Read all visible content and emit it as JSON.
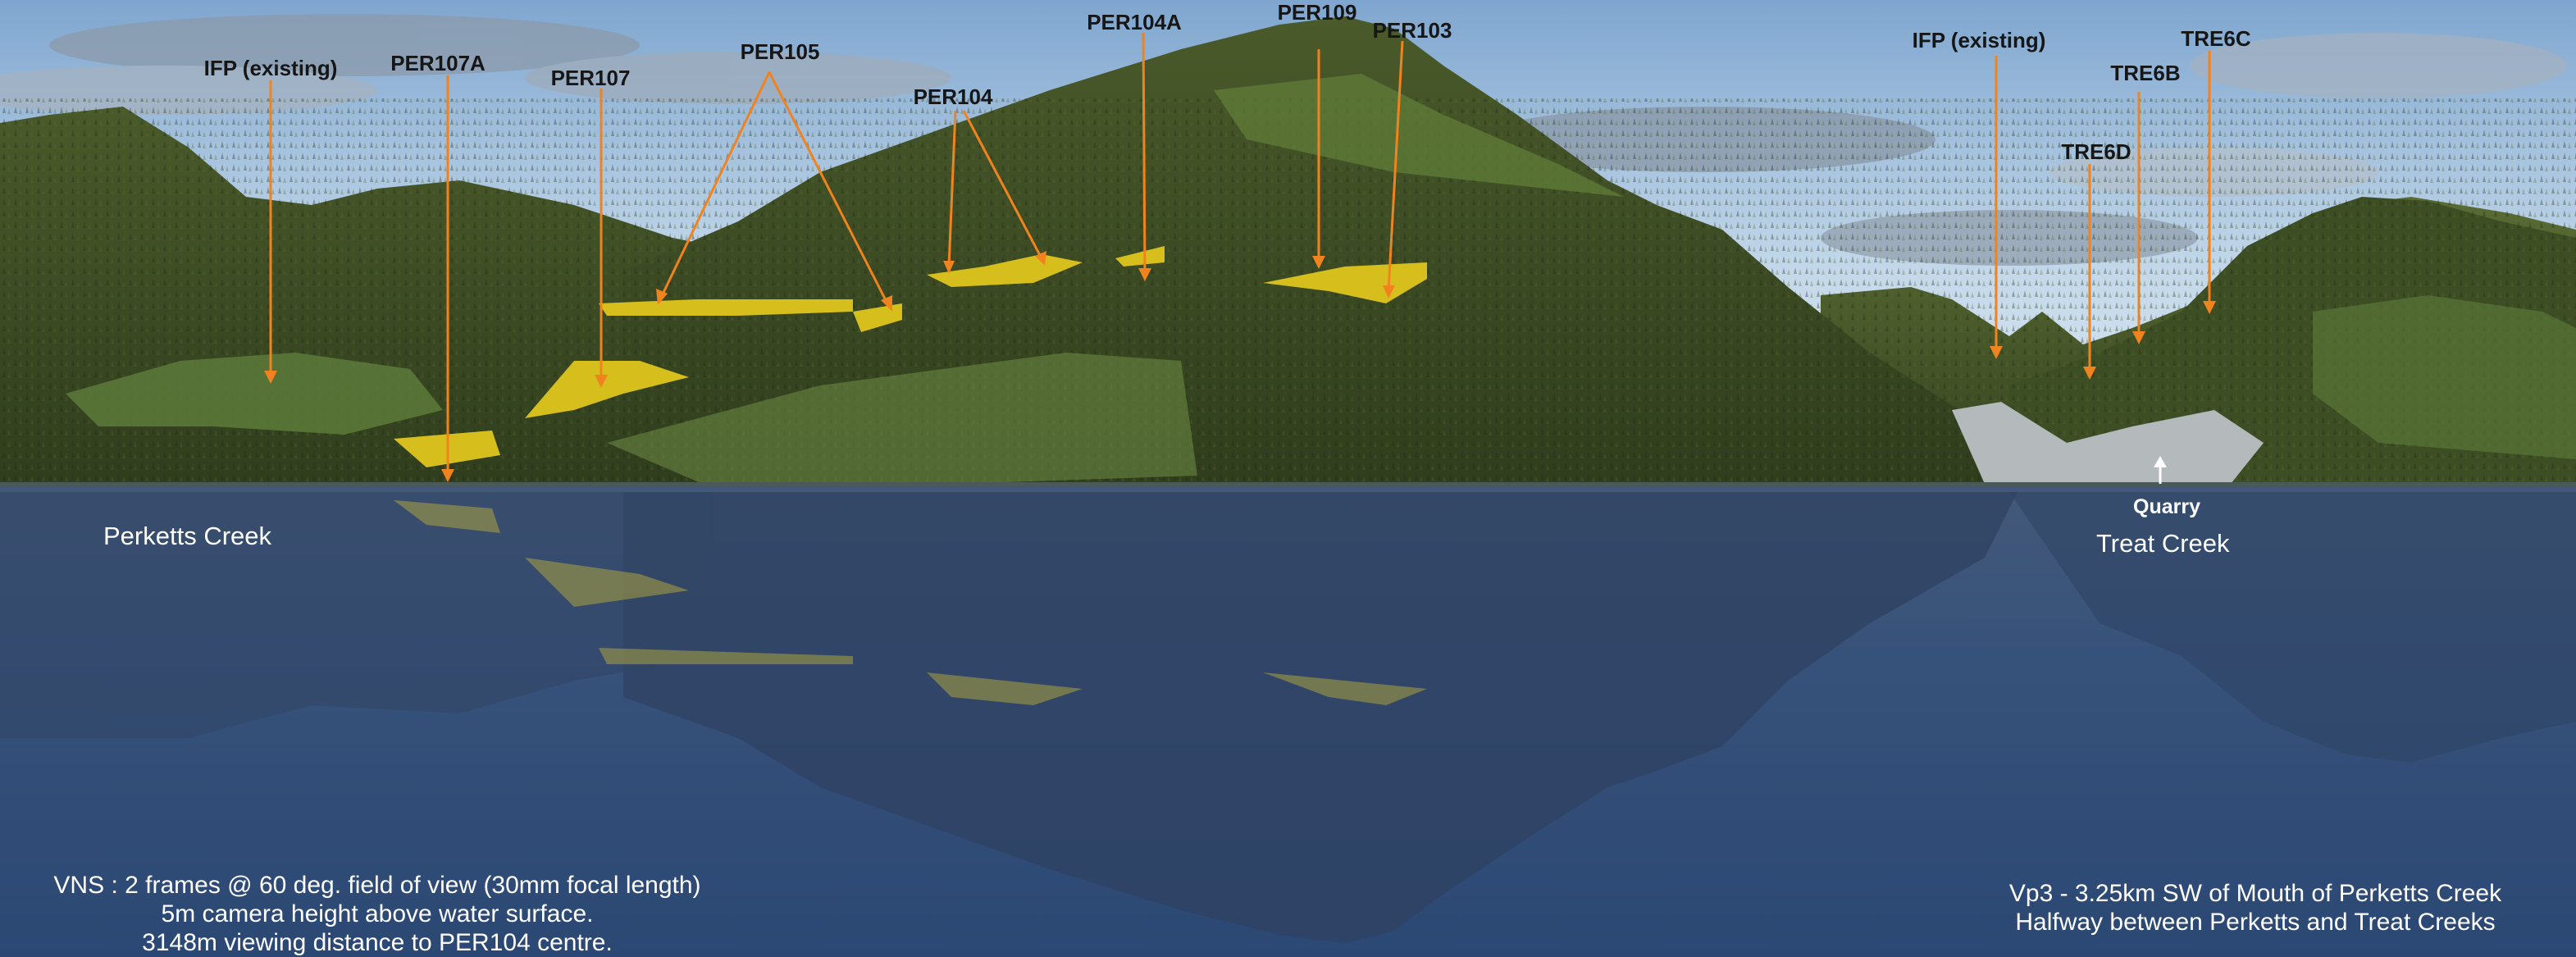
{
  "markers": [
    {
      "id": "ifp-existing-west",
      "label": "IFP (existing)"
    },
    {
      "id": "per107a",
      "label": "PER107A"
    },
    {
      "id": "per107",
      "label": "PER107"
    },
    {
      "id": "per105",
      "label": "PER105"
    },
    {
      "id": "per104",
      "label": "PER104"
    },
    {
      "id": "per104a",
      "label": "PER104A"
    },
    {
      "id": "per109",
      "label": "PER109"
    },
    {
      "id": "per103",
      "label": "PER103"
    },
    {
      "id": "ifp-existing-east",
      "label": "IFP (existing)"
    },
    {
      "id": "tre6d",
      "label": "TRE6D"
    },
    {
      "id": "tre6b",
      "label": "TRE6B"
    },
    {
      "id": "tre6c",
      "label": "TRE6C"
    },
    {
      "id": "quarry",
      "label": "Quarry"
    }
  ],
  "places": {
    "perketts_creek": "Perketts Creek",
    "treat_creek": "Treat Creek"
  },
  "caption_left": {
    "line1": "VNS : 2 frames @ 60 deg. field of view (30mm focal length)",
    "line2": "5m camera height above water surface.",
    "line3": "3148m viewing distance to PER104 centre."
  },
  "caption_right": {
    "line1": "Vp3 - 3.25km SW of Mouth of Perketts Creek",
    "line2": "Halfway between Perketts and Treat Creeks"
  },
  "colors": {
    "sky_top": "#8fb3d6",
    "sky_bottom": "#d9e7f2",
    "forest": "#3b4a22",
    "meadow": "#6a8a3c",
    "highlight_yellow": "#d8c21c",
    "arrow_orange": "#f0831e",
    "water_top": "#3b5478",
    "water_bottom": "#2a4670",
    "quarry_grey": "#b8bcbd"
  }
}
